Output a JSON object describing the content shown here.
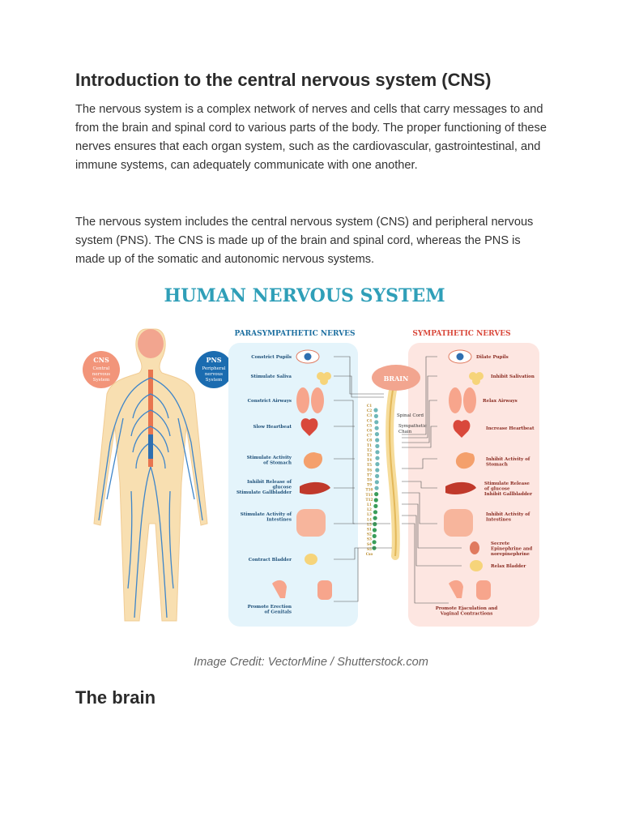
{
  "article": {
    "title": "Introduction to the central nervous system (CNS)",
    "paragraph1": "The nervous system is a complex network of nerves and cells that carry messages to and from the brain and spinal cord to various parts of the body. The proper functioning of these nerves ensures that each organ system, such as the cardiovascular, gastrointestinal, and immune systems, can adequately communicate with one another.",
    "paragraph2": "The nervous system includes the central nervous system (CNS) and peripheral nervous system (PNS). The CNS is made up of the brain and spinal cord, whereas the PNS is made up of the somatic and autonomic nervous systems.",
    "image_credit": "Image Credit: VectorMine / Shutterstock.com",
    "next_heading": "The brain"
  },
  "figure": {
    "title": "HUMAN NERVOUS SYSTEM",
    "cns_badge": [
      "CNS",
      "Central",
      "nervous",
      "System"
    ],
    "pns_badge": [
      "PNS",
      "Peripheral",
      "nervous",
      "System"
    ],
    "parasympathetic_header": "PARASYMPATHETIC NERVES",
    "sympathetic_header": "SYMPATHETIC NERVES",
    "brain_label": "BRAIN",
    "spinal_cord_label": "Spinal Cord",
    "sympathetic_chain_label": [
      "Sympathetic",
      "Chain"
    ],
    "parasympathetic_items": [
      [
        "Constrict Pupils"
      ],
      [
        "Stimulate Saliva"
      ],
      [
        "Constrict Airways"
      ],
      [
        "Slow Heartbeat"
      ],
      [
        "Stimulate Activity",
        "of Stomach"
      ],
      [
        "Inhibit Release of",
        "glucose",
        "Stimulate Gallbladder"
      ],
      [
        "Stimulate Activity of",
        "Intestines"
      ],
      [
        "Contract Bladder"
      ],
      [
        "Promote Erection",
        "of Genitals"
      ]
    ],
    "sympathetic_items": [
      [
        "Dilate Pupils"
      ],
      [
        "Inhibit Salivation"
      ],
      [
        "Relax Airways"
      ],
      [
        "Increase Heartbeat"
      ],
      [
        "Inhibit Activity of",
        "Stomach"
      ],
      [
        "Stimulate Release",
        "of glucose",
        "Inhibit Gallbladder"
      ],
      [
        "Inhibit Activity of",
        "Intestines"
      ],
      [
        "Secrete",
        "Epinephrine and",
        "norepinephrine"
      ],
      [
        "Relax Bladder"
      ],
      [
        "Promote Ejaculation and",
        "Vaginal Contractions"
      ]
    ],
    "vertebra_labels": [
      "C1",
      "C2",
      "C3",
      "C4",
      "C5",
      "C6",
      "C7",
      "C8",
      "T1",
      "T2",
      "T3",
      "T4",
      "T5",
      "T6",
      "T7",
      "T8",
      "T9",
      "T10",
      "T11",
      "T12",
      "L1",
      "L2",
      "L3",
      "L4",
      "L5",
      "S1",
      "S2",
      "S3",
      "S4",
      "S5",
      "Cxo"
    ],
    "colors": {
      "title": "#2f9fb8",
      "parasympathetic_panel": "#e4f4fb",
      "sympathetic_panel": "#fde6e1",
      "cns_badge": "#f2957a",
      "pns_badge": "#1b6cb0",
      "para_header": "#1d6fa0",
      "symp_header": "#d9483b"
    }
  }
}
